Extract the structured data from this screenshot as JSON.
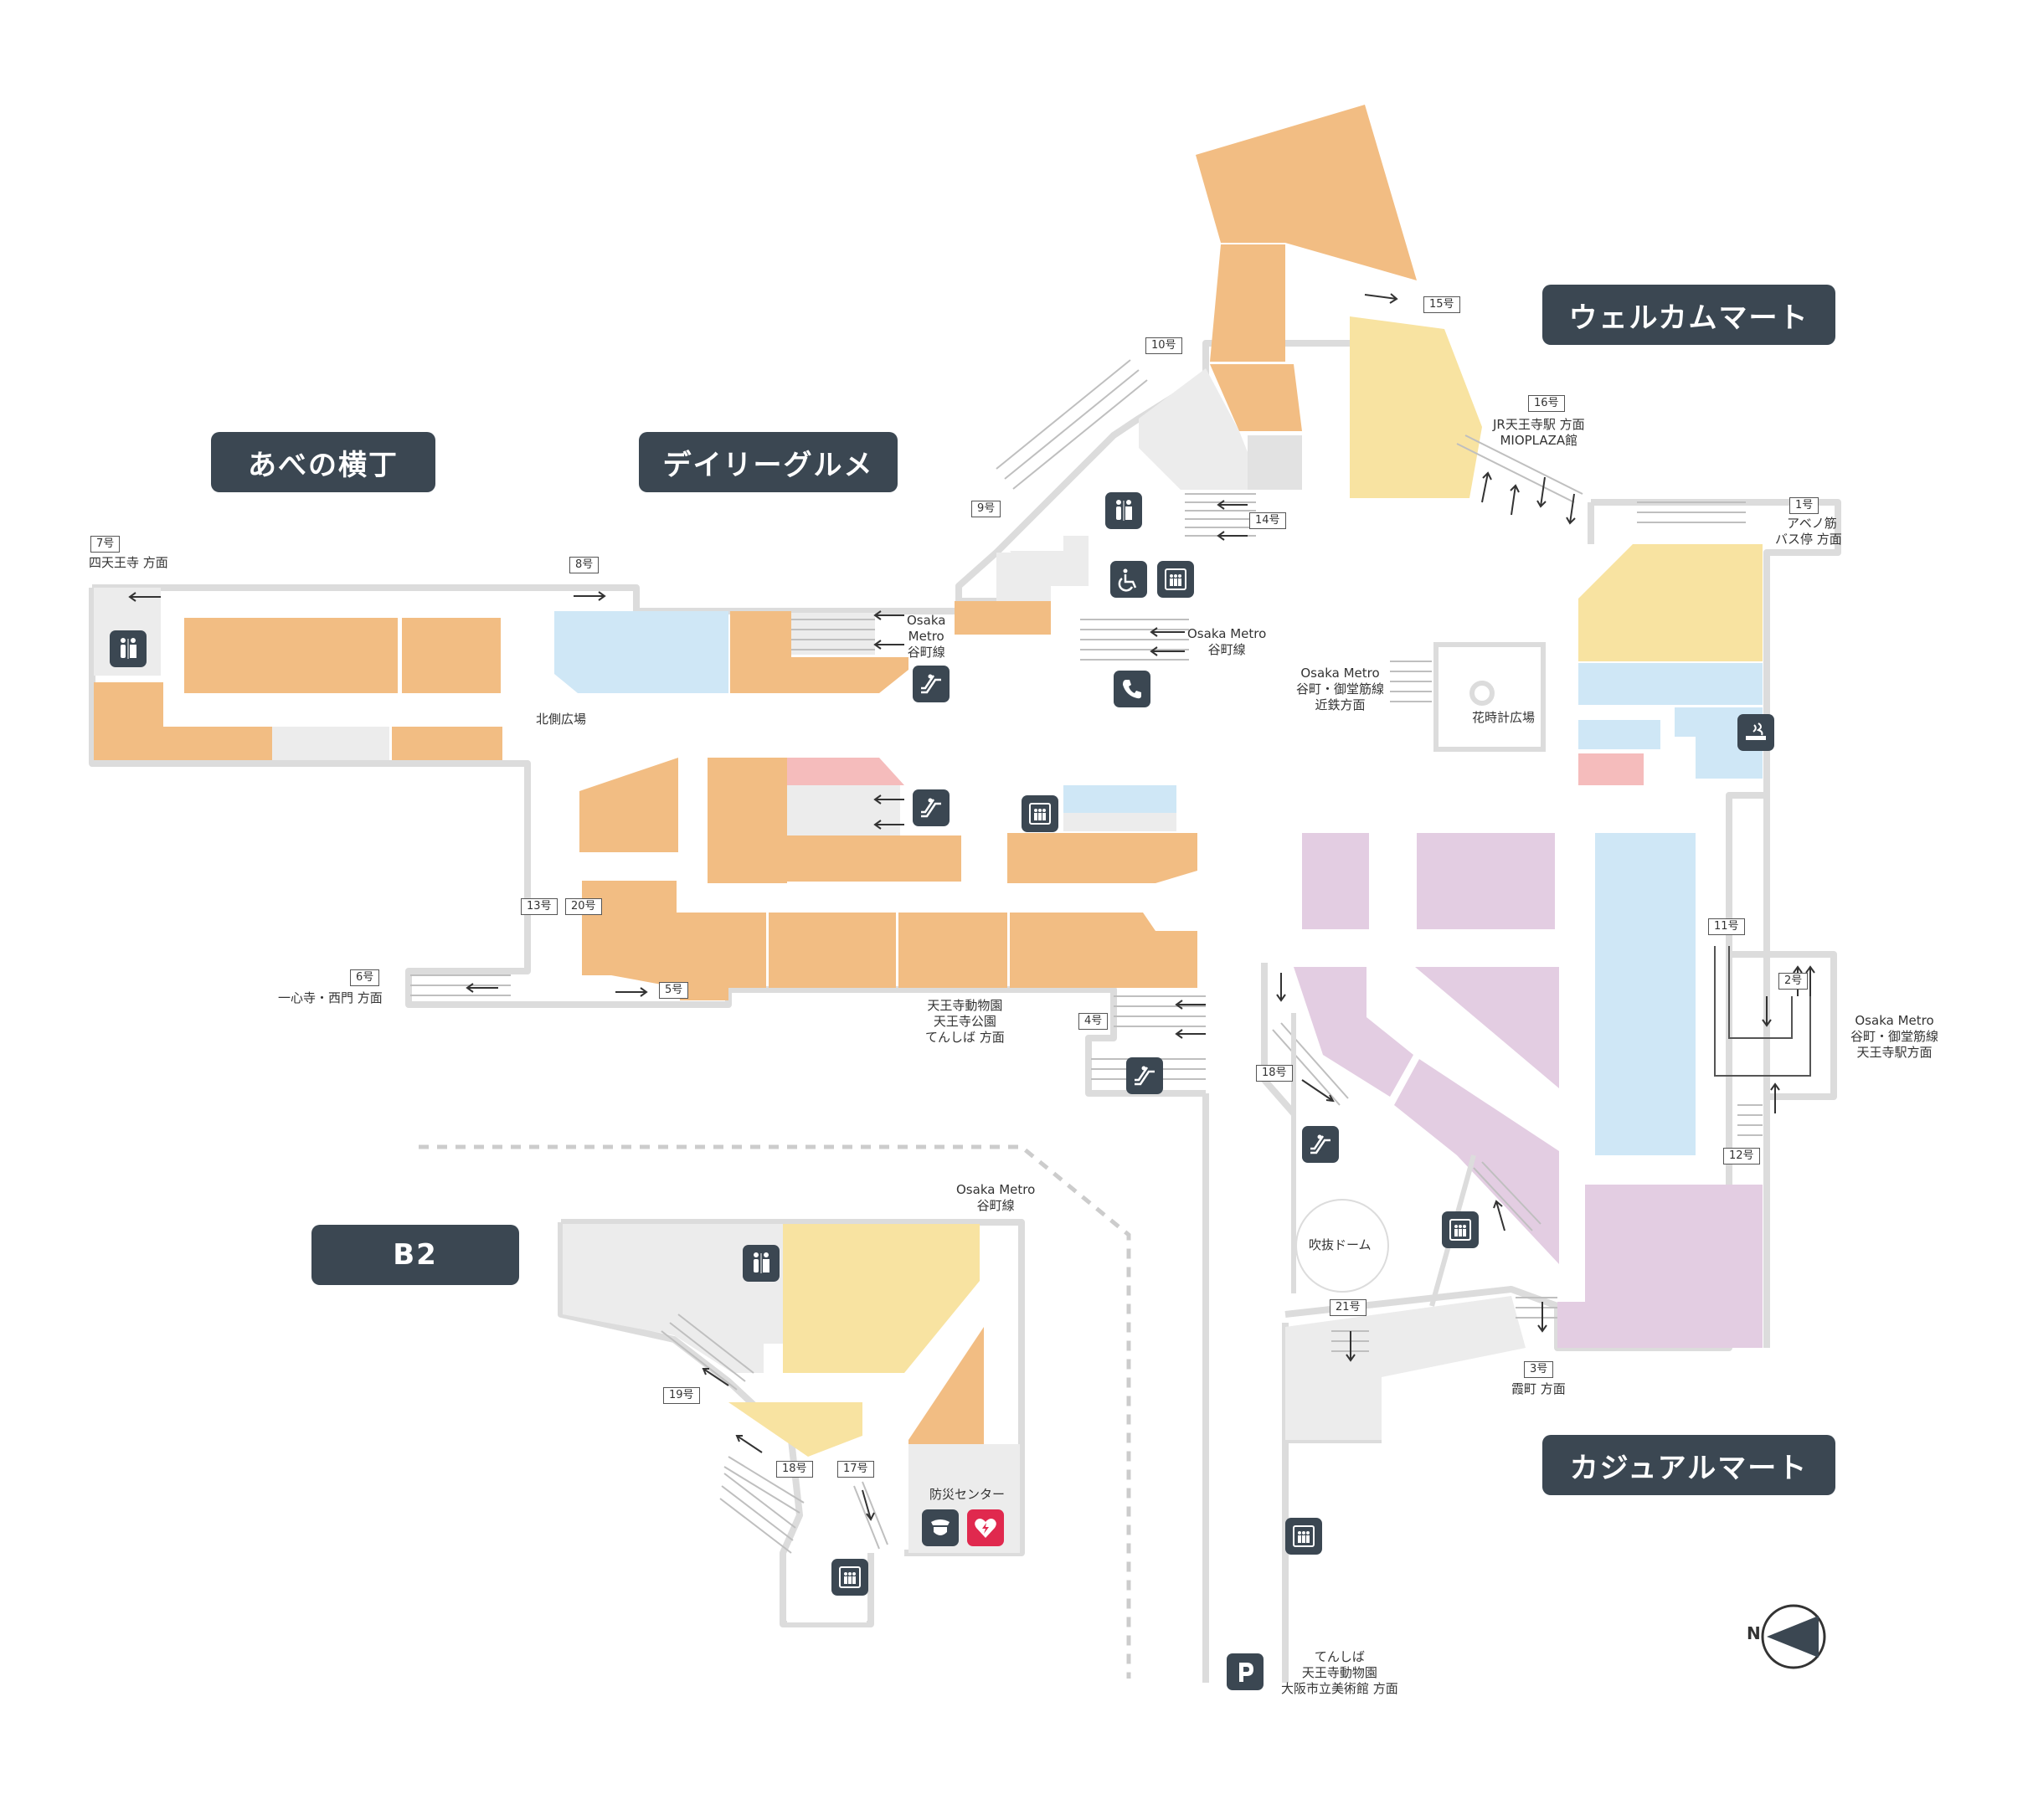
{
  "colors": {
    "orange": "#f2bd83",
    "yellow": "#f8e3a1",
    "blue": "#cfe7f6",
    "pink": "#f5bcbc",
    "purple": "#e3cde2",
    "gray": "#ececec",
    "corridor": "#dddddd",
    "label_bg": "#3b4752",
    "aed": "#e0294e"
  },
  "zones": {
    "abeno": "あべの横丁",
    "daily": "デイリーグルメ",
    "welcome": "ウェルカムマート",
    "casual": "カジュアルマート",
    "b2": "B2"
  },
  "gates": {
    "g1": "1号",
    "g2": "2号",
    "g3": "3号",
    "g4": "4号",
    "g5": "5号",
    "g6": "6号",
    "g7": "7号",
    "g8": "8号",
    "g9": "9号",
    "g10": "10号",
    "g11": "11号",
    "g12": "12号",
    "g13": "13号",
    "g14": "14号",
    "g15": "15号",
    "g16": "16号",
    "g17": "17号",
    "g18a": "18号",
    "g18b": "18号",
    "g19": "19号",
    "g20": "20号",
    "g21": "21号"
  },
  "directions": {
    "shitennoji": "四天王寺 方面",
    "isshinji": "一心寺・西門 方面",
    "kitagawa": "北側広場",
    "tennoji_zoo": [
      "天王寺動物園",
      "天王寺公園",
      "てんしば 方面"
    ],
    "metro_tani_a": [
      "Osaka",
      "Metro",
      "谷町線"
    ],
    "metro_tani_b": [
      "Osaka Metro",
      "谷町線"
    ],
    "metro_tani_mido": [
      "Osaka Metro",
      "谷町・御堂筋線",
      "近鉄方面"
    ],
    "hanatokei": "花時計広場",
    "jr_tennoji": [
      "JR天王寺駅 方面",
      "MIOPLAZA館"
    ],
    "abeno_bus": [
      "アベノ筋",
      "バス停 方面"
    ],
    "metro_tennoji_sta": [
      "Osaka Metro",
      "谷町・御堂筋線",
      "天王寺駅方面"
    ],
    "fukinuke": "吹抜ドーム",
    "kasumicho": "霞町 方面",
    "tenshiba": [
      "てんしば",
      "天王寺動物園",
      "大阪市立美術館 方面"
    ],
    "metro_b2": [
      "Osaka Metro",
      "谷町線"
    ],
    "bosai": "防災センター"
  },
  "compass": {
    "north": "N"
  },
  "icons": {
    "toilet_abeno": "toilet-icon",
    "toilet_north": "toilet-icon",
    "wheelchair": "wheelchair-icon",
    "elevator_north": "elevator-icon",
    "phone": "phone-icon",
    "escalator_daily": "escalator-icon",
    "escalator_center": "escalator-icon",
    "elevator_center": "elevator-icon",
    "smoking": "smoking-icon",
    "escalator_4": "escalator-icon",
    "escalator_18": "escalator-icon",
    "elevator_casual": "elevator-icon",
    "elevator_south": "elevator-icon",
    "parking": "parking-icon",
    "toilet_b2": "toilet-icon",
    "elevator_b2": "elevator-icon",
    "security_b2": "security-guard-icon",
    "aed_b2": "aed-icon"
  }
}
